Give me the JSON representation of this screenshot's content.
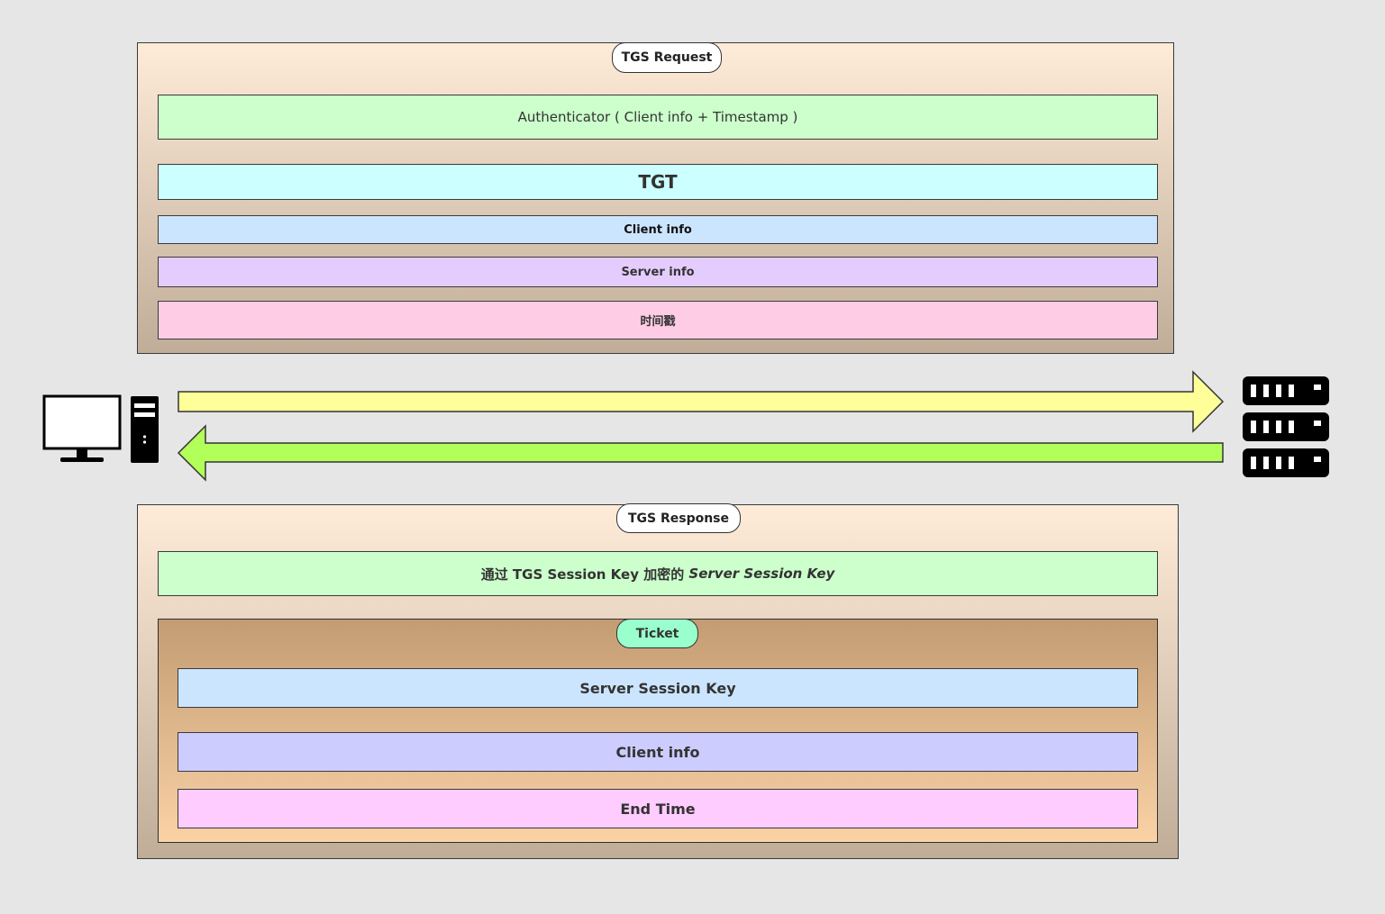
{
  "colors": {
    "background": "#e6e6e6",
    "panel_gradient_top": "#feebd8",
    "panel_gradient_bottom": "#c0ad98",
    "request_arrow": "#ffff99",
    "response_arrow": "#b2ff59",
    "ticket_label_bg": "#99ffcc"
  },
  "request": {
    "label": "TGS Request",
    "authenticator": "Authenticator ( Client info + Timestamp )",
    "tgt": "TGT",
    "client_info": "Client info",
    "server_info": "Server info",
    "timestamp": "时间戳"
  },
  "response": {
    "label": "TGS Response",
    "encrypted_prefix": "通过 TGS Session Key 加密的 ",
    "encrypted_key": "Server Session Key",
    "ticket": {
      "label": "Ticket",
      "server_session_key": "Server Session Key",
      "client_info": "Client info",
      "end_time": "End Time"
    }
  },
  "icons": {
    "client": "desktop-computer-icon",
    "server": "server-rack-icon"
  }
}
